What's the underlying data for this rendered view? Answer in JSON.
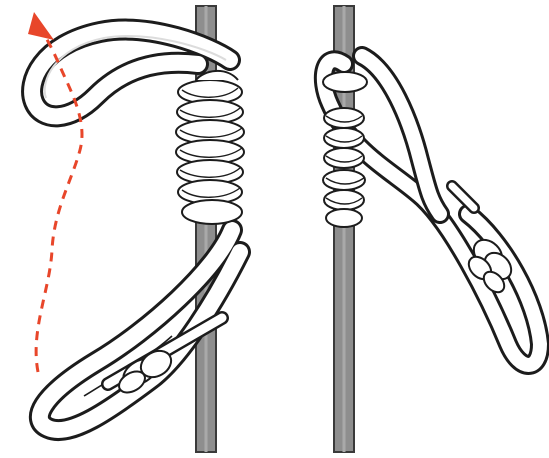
{
  "figure": {
    "panels": [
      {
        "id": "step-1",
        "description_icons": [
          "vertical-line",
          "fishing-line-loop",
          "line-wraps",
          "tag-end-overhand-knot",
          "pull-direction-arrow"
        ]
      },
      {
        "id": "step-2",
        "description_icons": [
          "vertical-line",
          "line-wraps-cinched",
          "tag-end-overhand-knot"
        ]
      }
    ],
    "colors": {
      "background": "#ffffff",
      "main_line": "#8e8e8e",
      "main_line_edge": "#3a3a3a",
      "loop_line": "#ffffff",
      "loop_outline": "#1c1c1c",
      "arrow": "#e8462a"
    }
  }
}
